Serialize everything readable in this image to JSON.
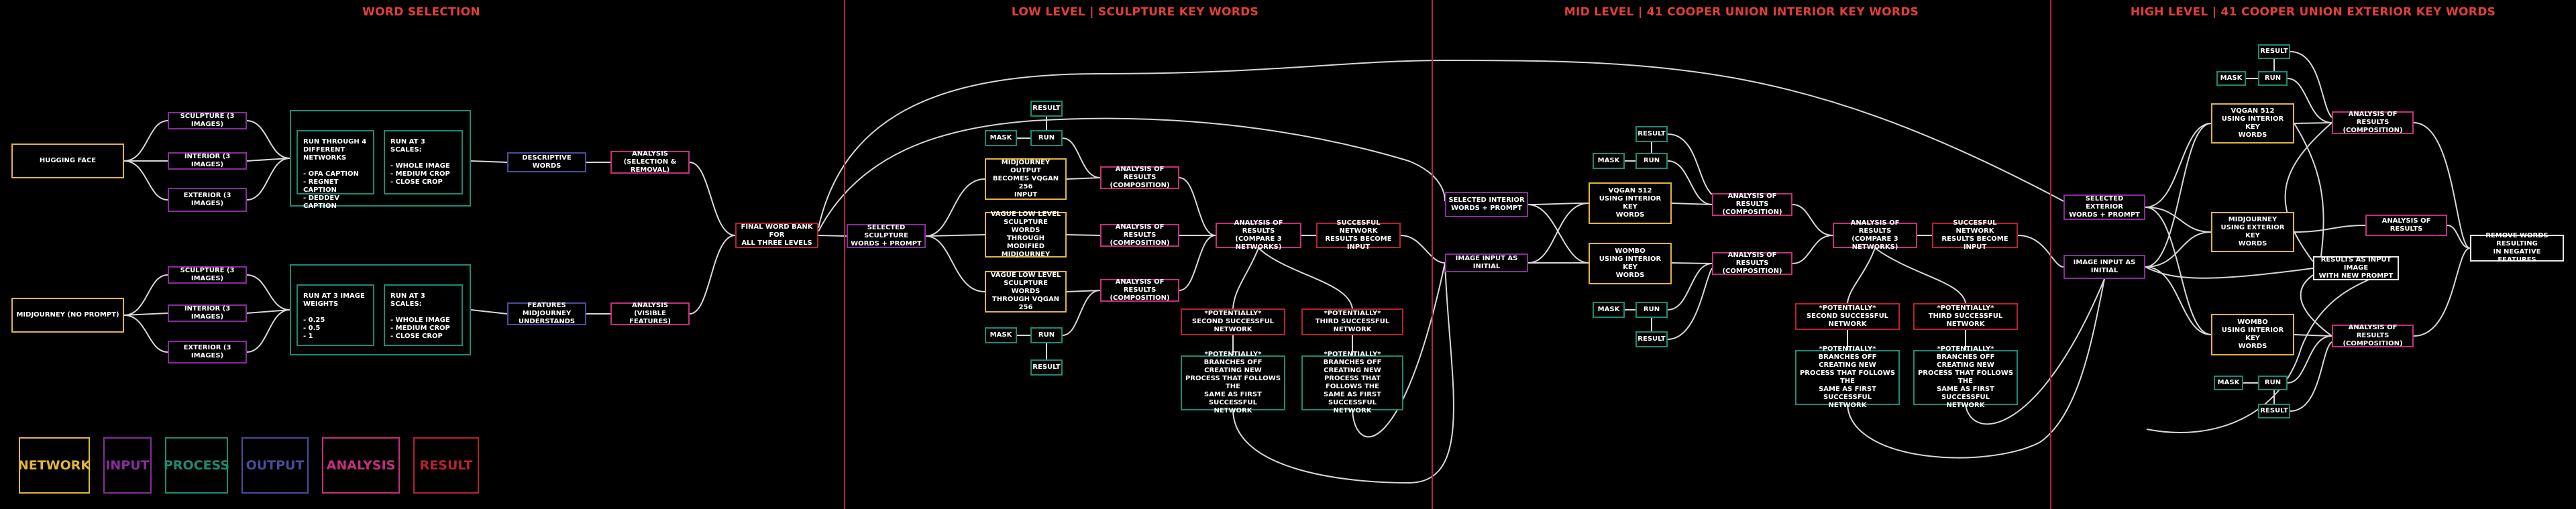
{
  "colors": {
    "network": "#e3b53c",
    "input": "#8a2d9c",
    "process": "#1f8a74",
    "output": "#4b4c9c",
    "analysis": "#c4307c",
    "result": "#b82230",
    "title": "#e0403a",
    "divider": "#b0283e",
    "line": "#d8d8d8"
  },
  "sections": [
    "WORD SELECTION",
    "LOW LEVEL | SCULPTURE KEY WORDS",
    "MID LEVEL | 41 COOPER UNION INTERIOR KEY WORDS",
    "HIGH LEVEL | 41 COOPER UNION EXTERIOR KEY WORDS"
  ],
  "legend": [
    "NETWORK",
    "INPUT",
    "PROCESS",
    "OUTPUT",
    "ANALYSIS",
    "RESULT"
  ],
  "nodes": {
    "hugging_face": "HUGGING FACE",
    "midjourney_no_prompt": "MIDJOURNEY (NO PROMPT)",
    "sculpture_3_a": "SCULPTURE (3 IMAGES)",
    "interior_3_a": "INTERIOR (3 IMAGES)",
    "exterior_3_a": "EXTERIOR (3 IMAGES)",
    "sculpture_3_b": "SCULPTURE (3 IMAGES)",
    "interior_3_b": "INTERIOR (3 IMAGES)",
    "exterior_3_b": "EXTERIOR (3 IMAGES)",
    "run_through_4": "RUN THROUGH 4\nDIFFERENT NETWORKS\n\n- OFA CAPTION\n- REGNET CAPTION\n- DEDDEV CAPTION",
    "run_at_3_scales_a": "RUN AT 3 SCALES:\n\n- WHOLE IMAGE\n- MEDIUM CROP\n- CLOSE CROP",
    "run_at_3_image_weights": "RUN AT 3 IMAGE\nWEIGHTS\n\n- 0.25\n- 0.5\n- 1",
    "run_at_3_scales_b": "RUN AT 3 SCALES:\n\n- WHOLE IMAGE\n- MEDIUM CROP\n- CLOSE CROP",
    "descriptive_words": "DESCRIPTIVE WORDS",
    "features_midjourney": "FEATURES MIDJOURNEY\nUNDERSTANDS",
    "analysis_selection": "ANALYSIS\n(SELECTION & REMOVAL)",
    "analysis_visible": "ANALYSIS\n(VISIBLE FEATURES)",
    "final_word_bank": "FINAL WORD BANK FOR\nALL THREE LEVELS",
    "selected_sculpture": "SELECTED SCULPTURE\nWORDS + PROMPT",
    "low_mask_top": "MASK",
    "low_run_top": "RUN",
    "low_result_top": "RESULT",
    "midjourney_output_vqgan": "MIDJOURNEY OUTPUT\nBECOMES VQGAN 256\nINPUT",
    "vague_modified_mj": "VAGUE LOW LEVEL\nSCULPTURE WORDS\nTHROUGH MODIFIED\nMIDJOURNEY",
    "vague_vqgan": "VAGUE LOW LEVEL\nSCULPTURE WORDS\nTHROUGH VQGAN 256",
    "low_mask_bottom": "MASK",
    "low_run_bottom": "RUN",
    "low_result_bottom": "RESULT",
    "low_analysis_comp_1": "ANALYSIS OF RESULTS\n(COMPOSITION)",
    "low_analysis_comp_2": "ANALYSIS OF RESULTS\n(COMPOSITION)",
    "low_analysis_comp_3": "ANALYSIS OF RESULTS\n(COMPOSITION)",
    "low_analysis_compare": "ANALYSIS OF RESULTS\n(COMPARE 3 NETWORKS)",
    "low_successful_input": "SUCCESFUL NETWORK\nRESULTS BECOME INPUT",
    "low_potential_second": "*POTENTIALLY*\nSECOND SUCCESSFUL NETWORK",
    "low_potential_third": "*POTENTIALLY*\nTHIRD SUCCESSFUL NETWORK",
    "low_branch_1": "*POTENTIALLY*\nBRANCHES OFF CREATING NEW\nPROCESS THAT FOLLOWS THE\nSAME AS FIRST SUCCESSFUL\nNETWORK",
    "low_branch_2": "*POTENTIALLY*\nBRANCHES OFF CREATING NEW\nPROCESS THAT FOLLOWS THE\nSAME AS FIRST SUCCESSFUL\nNETWORK",
    "selected_interior": "SELECTED INTERIOR\nWORDS + PROMPT",
    "mid_image_input": "IMAGE INPUT AS INITIAL",
    "mid_mask_top": "MASK",
    "mid_run_top": "RUN",
    "mid_result_top": "RESULT",
    "vqgan_interior": "VQGAN 512\nUSING INTERIOR KEY\nWORDS",
    "wombo_interior": "WOMBO\nUSING INTERIOR KEY\nWORDS",
    "mid_mask_bottom": "MASK",
    "mid_run_bottom": "RUN",
    "mid_result_bottom": "RESULT",
    "mid_analysis_comp_1": "ANALYSIS OF RESULTS\n(COMPOSITION)",
    "mid_analysis_comp_2": "ANALYSIS OF RESULTS\n(COMPOSITION)",
    "mid_analysis_compare": "ANALYSIS OF RESULTS\n(COMPARE 3 NETWORKS)",
    "mid_successful_input": "SUCCESFUL NETWORK\nRESULTS BECOME INPUT",
    "mid_potential_second": "*POTENTIALLY*\nSECOND SUCCESSFUL NETWORK",
    "mid_potential_third": "*POTENTIALLY*\nTHIRD SUCCESSFUL NETWORK",
    "mid_branch_1": "*POTENTIALLY*\nBRANCHES OFF CREATING NEW\nPROCESS THAT FOLLOWS THE\nSAME AS FIRST SUCCESSFUL\nNETWORK",
    "mid_branch_2": "*POTENTIALLY*\nBRANCHES OFF CREATING NEW\nPROCESS THAT FOLLOWS THE\nSAME AS FIRST SUCCESSFUL\nNETWORK",
    "selected_exterior": "SELECTED EXTERIOR\nWORDS + PROMPT",
    "high_image_input": "IMAGE INPUT AS INITIAL",
    "high_mask_top": "MASK",
    "high_run_top": "RUN",
    "high_result_top": "RESULT",
    "vqgan_exterior": "VQGAN 512\nUSING INTERIOR KEY\nWORDS",
    "midjourney_exterior": "MIDJOURNEY\nUSING EXTERIOR KEY\nWORDS",
    "wombo_exterior": "WOMBO\nUSING INTERIOR KEY\nWORDS",
    "high_mask_bottom": "MASK",
    "high_run_bottom": "RUN",
    "high_result_bottom": "RESULT",
    "high_analysis_comp_1": "ANALYSIS OF RESULTS\n(COMPOSITION)",
    "high_analysis_results": "ANALYSIS OF RESULTS",
    "high_analysis_comp_3": "ANALYSIS OF RESULTS\n(COMPOSITION)",
    "high_results_as_input": "RESULTS AS INPUT IMAGE\nWITH NEW PROMPT",
    "remove_words": "REMOVE WORDS RESULTING\nIN NEGATIVE FEATURES"
  }
}
